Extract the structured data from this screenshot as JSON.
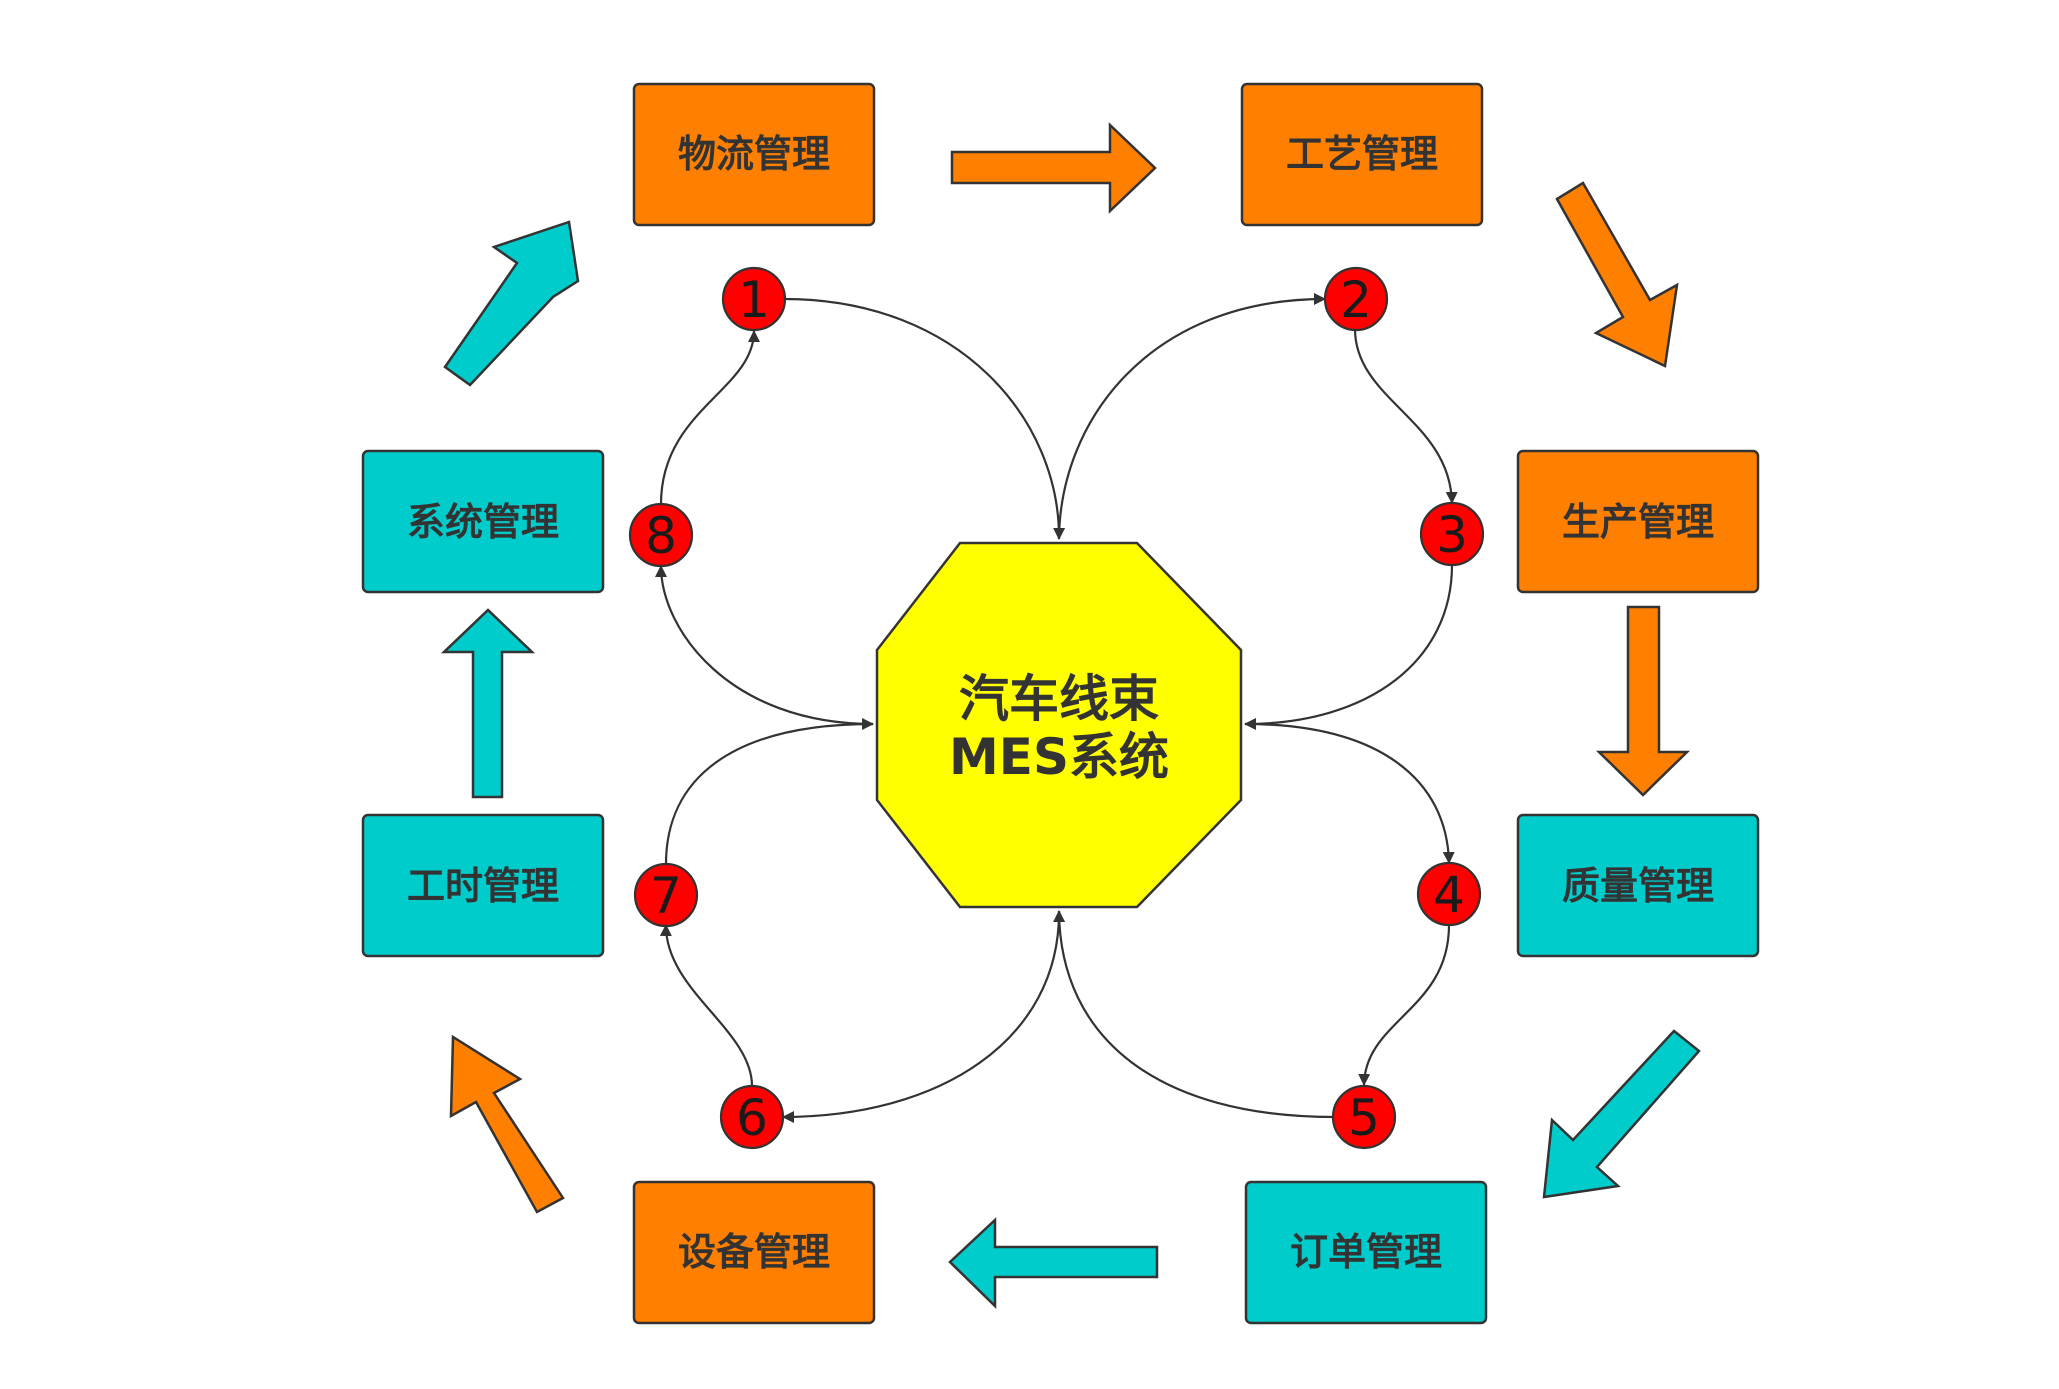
{
  "center": {
    "line1": "汽车线束",
    "line2": "MES系统",
    "fill": "#ffff00"
  },
  "modules": [
    {
      "id": "logistics",
      "label": "物流管理",
      "fill": "#ff8000"
    },
    {
      "id": "process",
      "label": "工艺管理",
      "fill": "#ff8000"
    },
    {
      "id": "production",
      "label": "生产管理",
      "fill": "#ff8000"
    },
    {
      "id": "quality",
      "label": "质量管理",
      "fill": "#00cccc"
    },
    {
      "id": "order",
      "label": "订单管理",
      "fill": "#00cccc"
    },
    {
      "id": "equipment",
      "label": "设备管理",
      "fill": "#ff8000"
    },
    {
      "id": "worktime",
      "label": "工时管理",
      "fill": "#00cccc"
    },
    {
      "id": "system",
      "label": "系统管理",
      "fill": "#00cccc"
    }
  ],
  "steps": [
    "1",
    "2",
    "3",
    "4",
    "5",
    "6",
    "7",
    "8"
  ],
  "colors": {
    "orange": "#ff8000",
    "teal": "#00cccc",
    "step_circle": "#ff0000",
    "stroke": "#333333"
  }
}
